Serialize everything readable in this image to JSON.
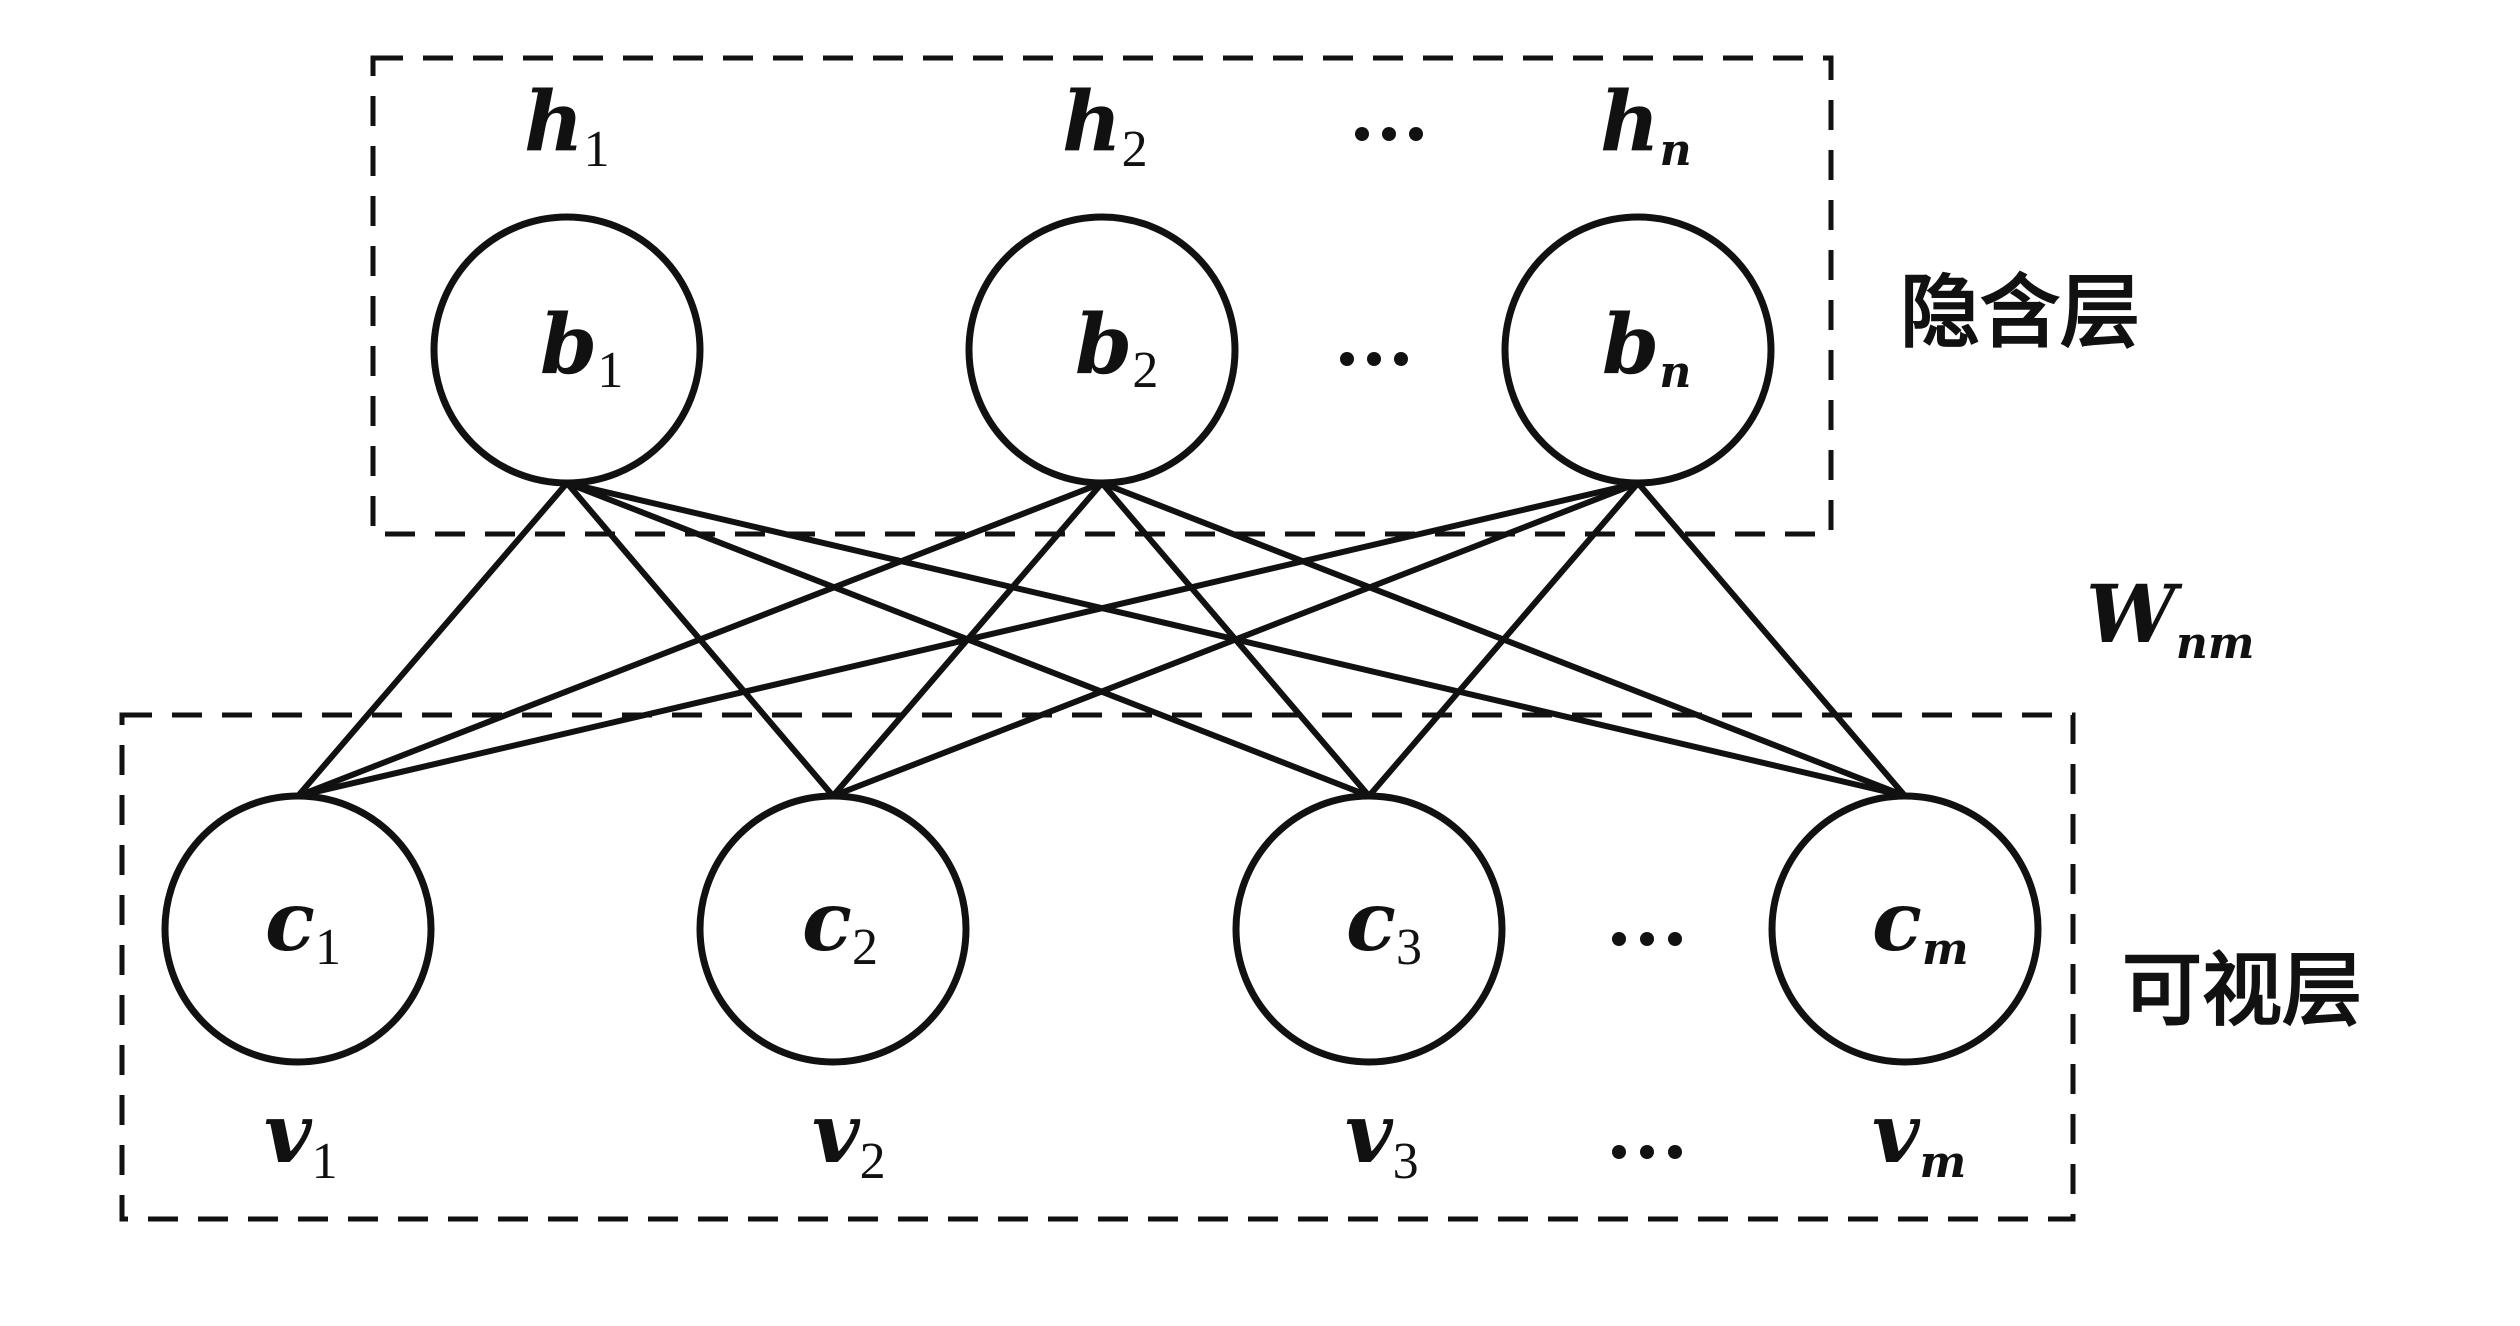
{
  "diagram": {
    "type": "restricted-boltzmann-machine",
    "hidden_layer": {
      "label": "隐含层",
      "units": [
        {
          "top_label": {
            "base": "h",
            "sub": "1"
          },
          "node_label": {
            "base": "b",
            "sub": "1"
          }
        },
        {
          "top_label": {
            "base": "h",
            "sub": "2"
          },
          "node_label": {
            "base": "b",
            "sub": "2"
          }
        },
        {
          "top_label": {
            "base": "h",
            "sub": "n"
          },
          "node_label": {
            "base": "b",
            "sub": "n"
          }
        }
      ],
      "ellipsis": "…"
    },
    "visible_layer": {
      "label": "可视层",
      "units": [
        {
          "node_label": {
            "base": "c",
            "sub": "1"
          },
          "bottom_label": {
            "base": "v",
            "sub": "1"
          }
        },
        {
          "node_label": {
            "base": "c",
            "sub": "2"
          },
          "bottom_label": {
            "base": "v",
            "sub": "2"
          }
        },
        {
          "node_label": {
            "base": "c",
            "sub": "3"
          },
          "bottom_label": {
            "base": "v",
            "sub": "3"
          }
        },
        {
          "node_label": {
            "base": "c",
            "sub": "m"
          },
          "bottom_label": {
            "base": "v",
            "sub": "m"
          }
        }
      ],
      "ellipsis": "…"
    },
    "weights": {
      "base": "W",
      "sub": "nm"
    },
    "connections": "fully-connected",
    "colors": {
      "stroke": "#111111",
      "background": "#ffffff"
    }
  }
}
